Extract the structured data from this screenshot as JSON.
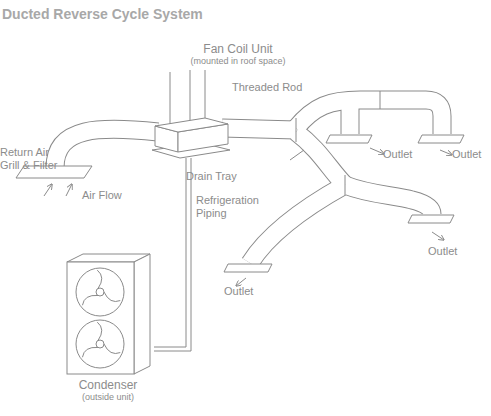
{
  "diagram": {
    "title": "Ducted Reverse Cycle System",
    "nodes": [
      {
        "text": [
          "Fan Coil Unit",
          "(mounted in roof space)"
        ]
      },
      {
        "text": [
          "Condenser",
          "(outside unit)"
        ]
      }
    ],
    "edges": [
      {
        "from": 1,
        "to": 0,
        "arrow": "none",
        "label": "Refrigeration Piping"
      }
    ],
    "labels": [
      "Threaded Rod",
      "Return Air Grill & Filter",
      "Air Flow",
      "Drain Tray",
      "Outlet",
      "Outlet",
      "Outlet",
      "Outlet"
    ]
  }
}
